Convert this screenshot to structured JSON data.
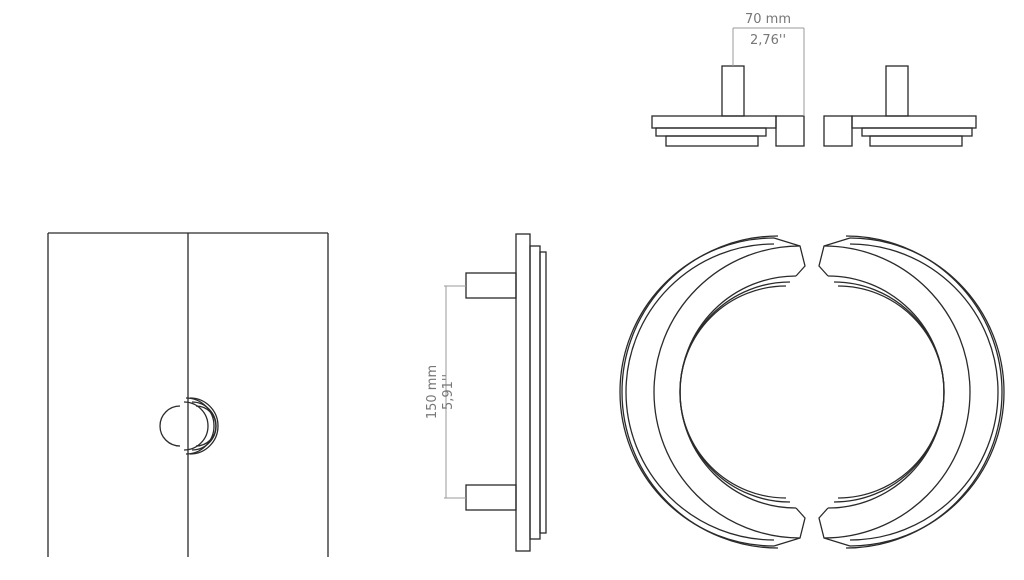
{
  "dimensions": {
    "depth": {
      "metric": "70 mm",
      "imperial": "2,76''"
    },
    "height": {
      "metric": "150 mm",
      "imperial": "5,91''"
    }
  },
  "colors": {
    "line": "#2a2a2a",
    "dimension": "#9a9a9a",
    "label": "#777777"
  }
}
